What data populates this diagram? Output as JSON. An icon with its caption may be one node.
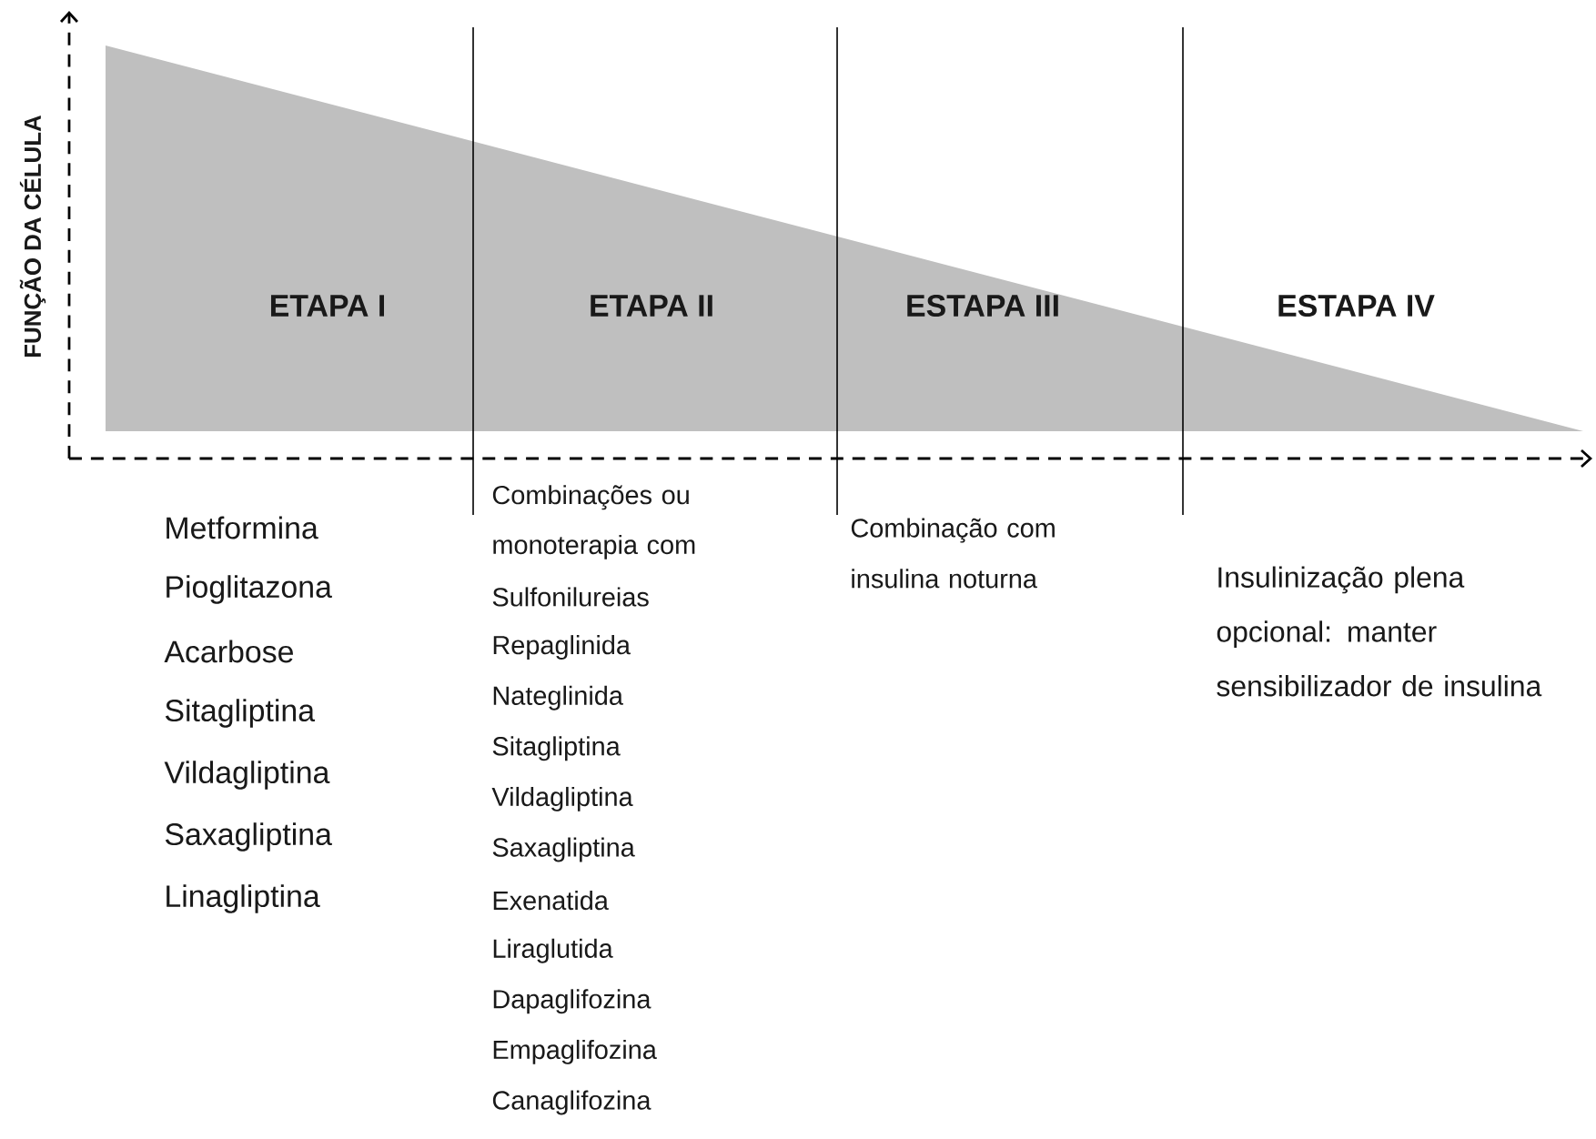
{
  "diagram": {
    "labels": [
      "FUNÇÃO DA CÉLULA",
      "ETAPA I",
      "ETAPA II",
      "ESTAPA III",
      "ESTAPA IV",
      "Metformina",
      "Pioglitazona",
      "Acarbose",
      "Sitagliptina",
      "Vildagliptina",
      "Saxagliptina",
      "Linagliptina",
      "Combinações ou monoterapia com",
      "Sulfonilureias",
      "Repaglinida",
      "Nateglinida",
      "Sitagliptina",
      "Vildagliptina",
      "Saxagliptina",
      "Exenatida",
      "Liraglutida",
      "Dapaglifozina",
      "Empaglifozina",
      "Canaglifozina",
      "Combinação com insulina noturna",
      "Insulinização plena opcional: manter sensibilizador de insulina"
    ]
  }
}
